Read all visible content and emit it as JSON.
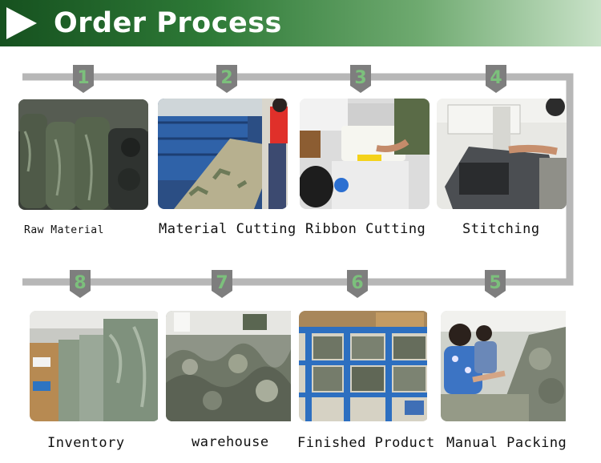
{
  "header": {
    "title": "Order Process"
  },
  "steps": [
    {
      "number": "1",
      "label": "Raw Material"
    },
    {
      "number": "2",
      "label": "Material Cutting"
    },
    {
      "number": "3",
      "label": "Ribbon Cutting"
    },
    {
      "number": "4",
      "label": "Stitching"
    },
    {
      "number": "5",
      "label": "Manual Packing"
    },
    {
      "number": "6",
      "label": "Finished Product"
    },
    {
      "number": "7",
      "label": "warehouse"
    },
    {
      "number": "8",
      "label": "Inventory"
    }
  ],
  "colors": {
    "banner_dark": "#16511f",
    "banner_light": "#c9e2c8",
    "connector": "#b7b7b7",
    "badge": "#7e7e7e",
    "badge_text": "#7cc07c"
  }
}
